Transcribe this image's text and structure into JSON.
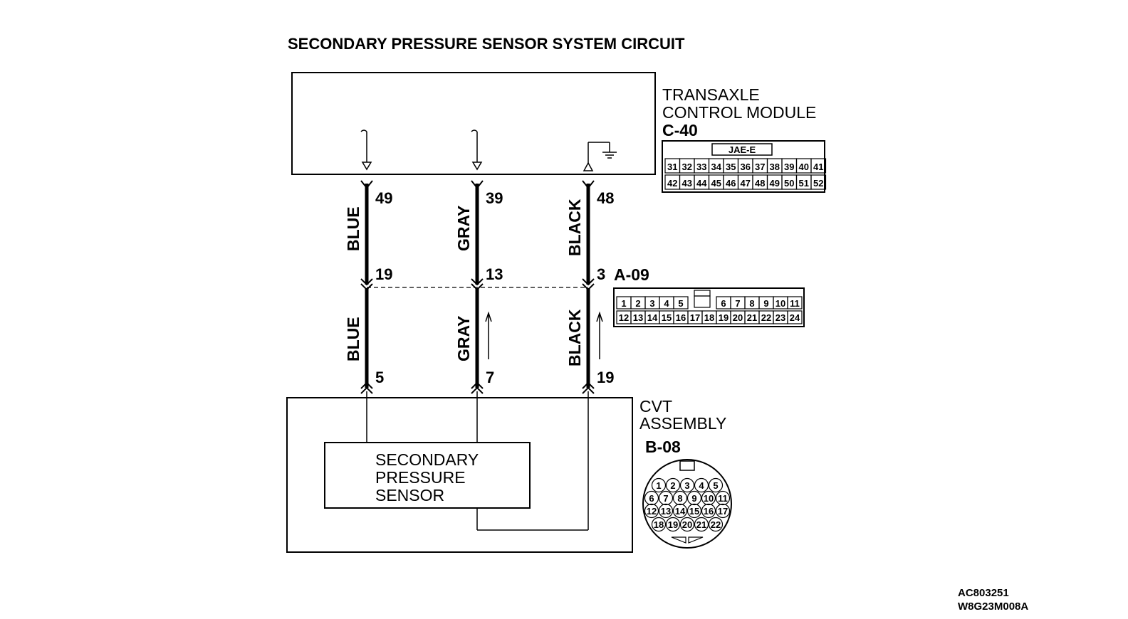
{
  "title": "SECONDARY PRESSURE SENSOR SYSTEM CIRCUIT",
  "tcm": {
    "name_line1": "TRANSAXLE",
    "name_line2": "CONTROL MODULE",
    "connector": "C-40",
    "connector_type": "JAE-E",
    "row1": [
      "31",
      "32",
      "33",
      "34",
      "35",
      "36",
      "37",
      "38",
      "39",
      "40",
      "41"
    ],
    "row2": [
      "42",
      "43",
      "44",
      "45",
      "46",
      "47",
      "48",
      "49",
      "50",
      "51",
      "52"
    ]
  },
  "intermediate_connector": {
    "id": "A-09",
    "row1": [
      "1",
      "2",
      "3",
      "4",
      "5",
      "",
      "6",
      "7",
      "8",
      "9",
      "10",
      "11"
    ],
    "row2": [
      "12",
      "13",
      "14",
      "15",
      "16",
      "17",
      "18",
      "19",
      "20",
      "21",
      "22",
      "23",
      "24"
    ]
  },
  "cvt": {
    "name_line1": "CVT",
    "name_line2": "ASSEMBLY",
    "connector": "B-08",
    "rows": [
      [
        "1",
        "2",
        "3",
        "4",
        "5"
      ],
      [
        "6",
        "7",
        "8",
        "9",
        "10",
        "11"
      ],
      [
        "12",
        "13",
        "14",
        "15",
        "16",
        "17"
      ],
      [
        "18",
        "19",
        "20",
        "21",
        "22"
      ]
    ]
  },
  "sensor": {
    "line1": "SECONDARY",
    "line2": "PRESSURE",
    "line3": "SENSOR"
  },
  "wires": [
    {
      "color_upper": "BLUE",
      "color_lower": "BLUE",
      "tcm_pin": "49",
      "a09_pin": "19",
      "cvt_pin": "5"
    },
    {
      "color_upper": "GRAY",
      "color_lower": "GRAY",
      "tcm_pin": "39",
      "a09_pin": "13",
      "cvt_pin": "7"
    },
    {
      "color_upper": "BLACK",
      "color_lower": "BLACK",
      "tcm_pin": "48",
      "a09_pin": "3",
      "cvt_pin": "19"
    }
  ],
  "footer": {
    "code1": "AC803251",
    "code2": "W8G23M008A"
  }
}
